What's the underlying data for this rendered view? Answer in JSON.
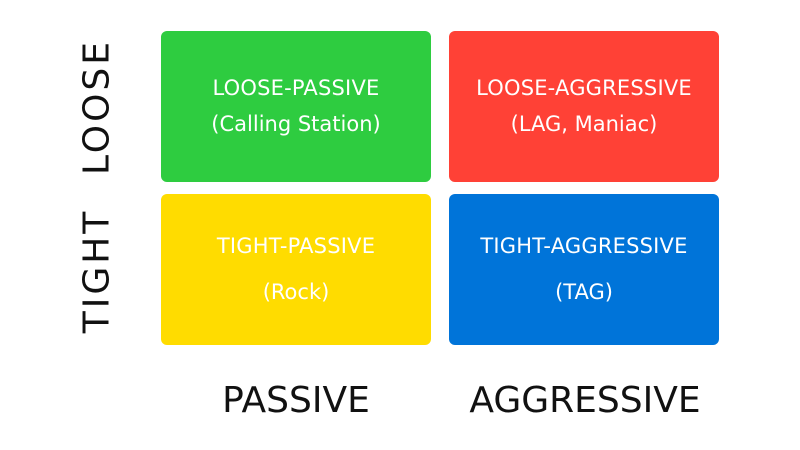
{
  "matrix": {
    "loose_passive": {
      "title": "LOOSE-PASSIVE",
      "subtitle": "(Calling Station)",
      "color": "#2ecc40"
    },
    "loose_aggressive": {
      "title": "LOOSE-AGGRESSIVE",
      "subtitle": "(LAG, Maniac)",
      "color": "#ff4136"
    },
    "tight_passive": {
      "title": "TIGHT-PASSIVE",
      "subtitle": "(Rock)",
      "color": "#ffdc00"
    },
    "tight_aggressive": {
      "title": "TIGHT-AGGRESSIVE",
      "subtitle": "(TAG)",
      "color": "#0074d9"
    }
  },
  "axes": {
    "rows": [
      "LOOSE",
      "TIGHT"
    ],
    "columns": [
      "PASSIVE",
      "AGGRESSIVE"
    ]
  }
}
